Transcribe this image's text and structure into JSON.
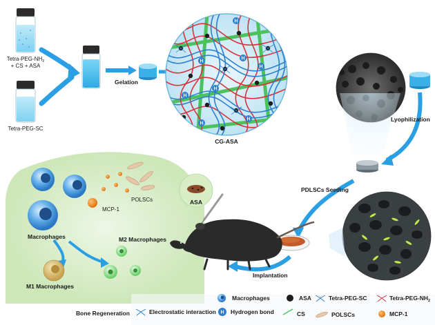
{
  "vials": {
    "top_label_line1": "Tetra-PEG-NH",
    "top_label_sub": "2",
    "top_label_line2": "+ CS + ASA",
    "bottom_label": "Tetra-PEG-SC"
  },
  "steps": {
    "gelation": "Gelation",
    "cg_asa": "CG-ASA",
    "lyophilization": "Lyophilization",
    "seeding": "PDLSCs Seeding",
    "implantation": "Implantation"
  },
  "hbond_letter": "H",
  "bone_panel": {
    "polscs": "POLSCs",
    "mcp1": "MCP-1",
    "macrophages": "Macrophages",
    "m2": "M2 Macrophages",
    "m1": "M1 Macrophages",
    "asa_bubble": "ASA"
  },
  "legend": {
    "title": "Bone Regeneration",
    "macrophages": "Macrophages",
    "asa": "ASA",
    "tetra_sc": "Tetra-PEG-SC",
    "tetra_nh_main": "Tetra-PEG-NH",
    "tetra_nh_sub": "2",
    "electrostatic": "Electrostatic interaction",
    "hbond": "Hydrogen bond",
    "cs": "CS",
    "polscs": "POLSCs",
    "mcp1": "MCP-1"
  },
  "colors": {
    "arrow_blue": "#2a9fe4",
    "gel_blue": "#5cc7ee",
    "network_bg": "#cfeaf7",
    "red_polymer": "#d8323a",
    "blue_polymer": "#2c7fd0",
    "cs_green": "#4cc25e",
    "bone_panel_green": "#d6edc6",
    "macrophage_blue": "#4c9ee0",
    "mcp1_orange": "#f08a14"
  }
}
